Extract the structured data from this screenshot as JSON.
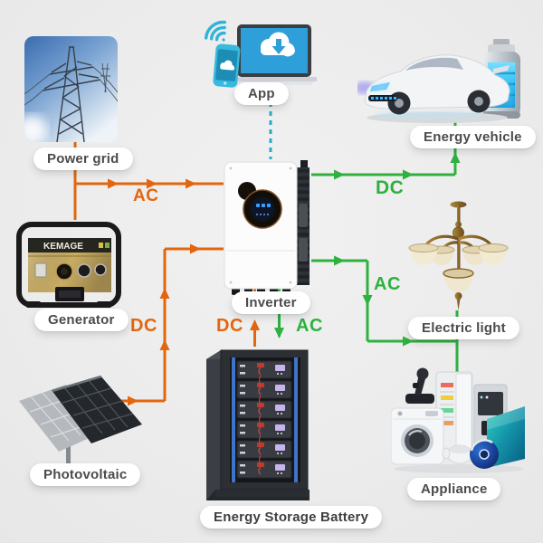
{
  "diagram": {
    "type": "energy-system-flow",
    "background": "#ececec"
  },
  "colors": {
    "ac_dc_orange": "#e2660e",
    "ac_dc_green": "#2eb13f",
    "app_link_teal": "#2bא"
  },
  "nodes": {
    "power_grid": {
      "label": "Power grid"
    },
    "generator": {
      "label": "Generator",
      "brand": "KEMAGE"
    },
    "photovoltaic": {
      "label": "Photovoltaic"
    },
    "app": {
      "label": "App"
    },
    "inverter": {
      "label": "Inverter"
    },
    "energy_storage_battery": {
      "label": "Energy Storage Battery"
    },
    "energy_vehicle": {
      "label": "Energy vehicle"
    },
    "electric_light": {
      "label": "Electric light"
    },
    "appliance": {
      "label": "Appliance"
    }
  },
  "flows": {
    "grid_to_inverter": "AC",
    "pv_to_inverter": "DC",
    "battery_to_inverter": "DC",
    "inverter_to_battery": "AC",
    "inverter_to_vehicle": "DC",
    "inverter_to_light": "AC"
  },
  "icons": {
    "wifi": "wifi-icon",
    "cloud_download": "cloud-download-icon",
    "smartphone": "smartphone-icon"
  }
}
